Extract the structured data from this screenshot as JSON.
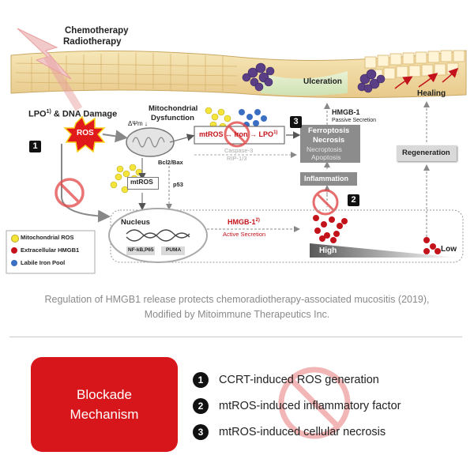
{
  "diagram": {
    "header": {
      "line1": "Chemotherapy",
      "line2": "Radiotherapy"
    },
    "labels": {
      "lpo_damage": "LPO",
      "lpo_sup": "1)",
      "lpo_rest": " & DNA Damage",
      "ros": "ROS",
      "mito_title_1": "Mitochondrial",
      "mito_title_2": "Dysfunction",
      "delta_psi": "ΔΨm ↓",
      "ferro_cycle_a": "mtROS",
      "ferro_cycle_b": "Iron",
      "ferro_cycle_c": "LPO",
      "ferro_cycle_c_sup": "1)",
      "caspase_1": "Caspase-3",
      "caspase_2": "RIP-1/3",
      "mtros": "mtROS",
      "bcl2": "Bcl2/Bax",
      "p53": "p53",
      "nucleus": "Nucleus",
      "nfkb": "NF-kB,P65",
      "puma": "PUMA",
      "hmgb1_active": "HMGB-1",
      "hmgb1_active_sup": "2)",
      "active_secretion": "Active Secretion",
      "high": "High",
      "low": "Low",
      "ulceration": "Ulceration",
      "healing": "Healing",
      "hmgb1_passive": "HMGB-1",
      "passive_secretion": "Passive Secretion",
      "ferroptosis": "Ferroptosis",
      "necrosis": "Necrosis",
      "necroptosis": "Necroptosis",
      "apoptosis": "Apoptosis",
      "inflammation": "Inflammation",
      "regeneration": "Regeneration",
      "badge1": "1",
      "badge2": "2",
      "badge3": "3"
    },
    "legend": [
      {
        "label": "Mitochondrial ROS",
        "color": "#f5e53b"
      },
      {
        "label": "Extracellular HMGB1",
        "color": "#c4121a"
      },
      {
        "label": "Labile Iron Pool",
        "color": "#3a6fc4"
      }
    ]
  },
  "caption": {
    "line1": "Regulation of HMGB1 release protects chemoradiotherapy-associated mucositis (2019),",
    "line2": "Modified by Mitoimmune Therapeutics Inc."
  },
  "blockade": {
    "line1": "Blockade",
    "line2": "Mechanism"
  },
  "mechanisms": [
    {
      "num": "1",
      "text": "CCRT-induced ROS generation"
    },
    {
      "num": "2",
      "text": "mtROS-induced inflammatory factor"
    },
    {
      "num": "3",
      "text": "mtROS-induced cellular necrosis"
    }
  ]
}
